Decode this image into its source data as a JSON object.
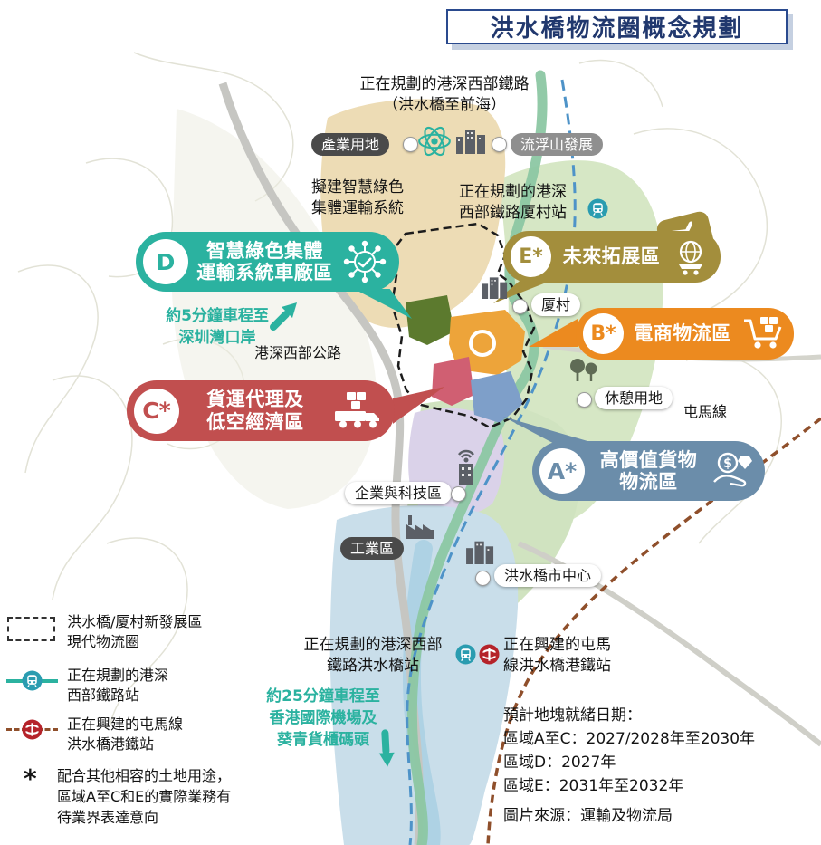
{
  "title": "洪水橋物流圈概念規劃",
  "annotations": {
    "planned_rail_top": {
      "l1": "正在規劃的港深西部鐵路",
      "l2": "（洪水橋至前海）"
    },
    "industrial_land": "產業用地",
    "lau_fau_shan_dev": "流浮山發展",
    "green_transit": {
      "l1": "擬建智慧綠色",
      "l2": "集體運輸系統"
    },
    "ha_tsuen_station": {
      "l1": "正在規劃的港深",
      "l2": "西部鐵路厦村站"
    },
    "drive_5min": {
      "l1": "約5分鐘車程至",
      "l2": "深圳灣口岸"
    },
    "highway": "港深西部公路",
    "ha_tsuen": "厦村",
    "leisure_land": "休憩用地",
    "tuen_ma_line": "屯馬線",
    "enterprise_tech": "企業與科技區",
    "industrial_area": "工業區",
    "hsk_town_centre": "洪水橋市中心",
    "hsk_rail_station": {
      "l1": "正在規劃的港深西部",
      "l2": "鐵路洪水橋站"
    },
    "tml_station": {
      "l1": "正在興建的屯馬",
      "l2": "線洪水橋港鐵站"
    },
    "drive_25min": {
      "l1": "約25分鐘車程至",
      "l2": "香港國際機場及",
      "l3": "葵青貨櫃碼頭"
    }
  },
  "zones": {
    "d": {
      "letter": "D",
      "l1": "智慧綠色集體",
      "l2": "運輸系統車廠區",
      "color": "#2bb2a0",
      "icon": "network-nodes-icon"
    },
    "e": {
      "letter": "E*",
      "l1": "未來拓展區",
      "color": "#a38e3c",
      "icon": "plane-and-globe-trolley-icon"
    },
    "b": {
      "letter": "B*",
      "l1": "電商物流區",
      "color": "#ec8a1f",
      "icon": "shopping-cart-icon"
    },
    "c": {
      "letter": "C*",
      "l1": "貨運代理及",
      "l2": "低空經濟區",
      "color": "#c14f4f",
      "icon": "cargo-truck-icon"
    },
    "a": {
      "letter": "A*",
      "l1": "高價值貨物",
      "l2": "物流區",
      "color": "#6b8daa",
      "icon": "money-hand-icon"
    }
  },
  "legend": {
    "boundary": {
      "l1": "洪水橋/厦村新發展區",
      "l2": "現代物流圈"
    },
    "west_rail": {
      "l1": "正在規劃的港深",
      "l2": "西部鐵路站"
    },
    "tml": {
      "l1": "正在興建的屯馬線",
      "l2": "洪水橋港鐵站"
    },
    "asterisk": "*",
    "note": {
      "l1": "配合其他相容的土地用途，",
      "l2": "區域A至C和E的實際業務有",
      "l3": "待業界表達意向"
    }
  },
  "schedule": {
    "heading": "預計地塊就緒日期：",
    "row_abc": "區域A至C：2027/2028年至2030年",
    "row_d": "區域D：2027年",
    "row_e": "區域E：2031年至2032年"
  },
  "source": "圖片來源：運輸及物流局",
  "colors": {
    "title": "#21386e",
    "teal_text": "#2bb2a0",
    "rail_planned": "#4e93c8",
    "rail_tuen_ma": "#8f4f2b"
  }
}
